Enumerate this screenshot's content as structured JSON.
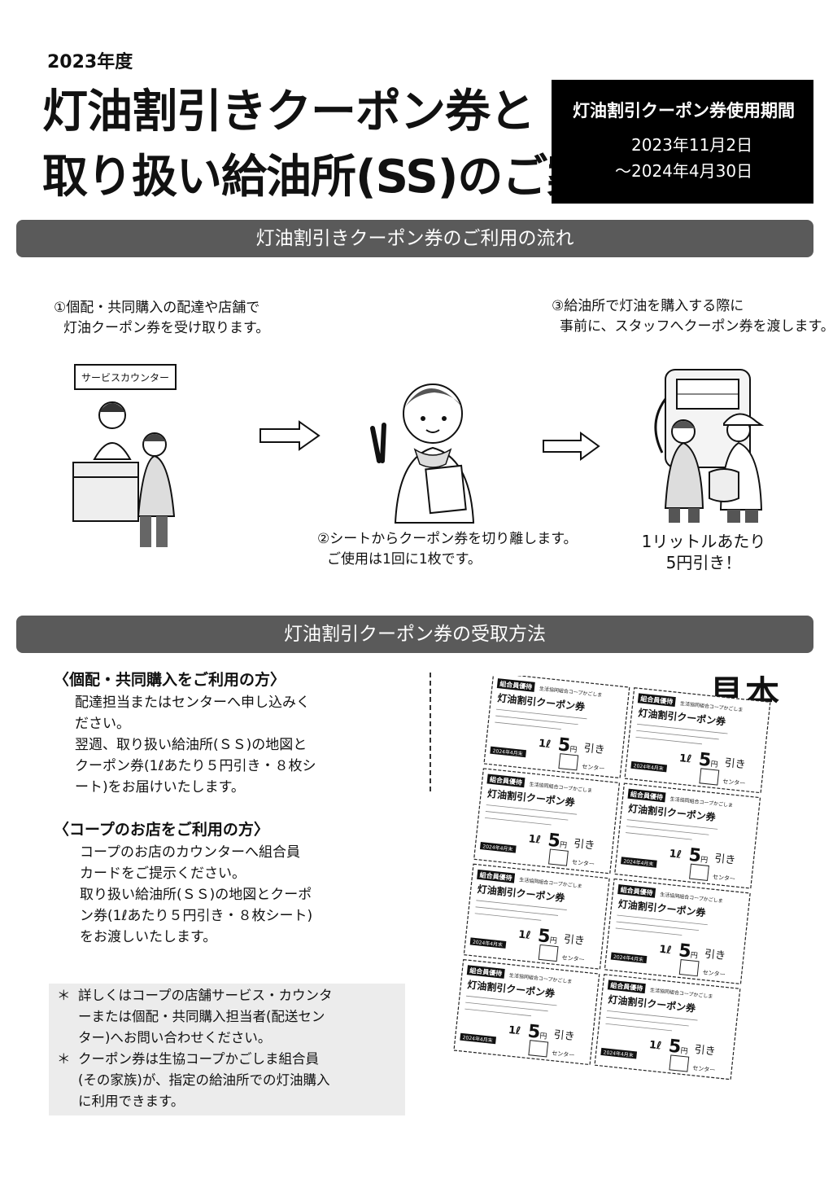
{
  "header": {
    "year": "2023年度",
    "title_line1": "灯油割引きクーポン券と",
    "title_line2": "取り扱い給油所(SS)のご案内"
  },
  "period": {
    "heading": "灯油割引クーポン券使用期間",
    "line1": "2023年11月2日",
    "line2": "～2024年4月30日"
  },
  "section1": {
    "title": "灯油割引きクーポン券のご利用の流れ",
    "step1_line1": "①個配・共同購入の配達や店舗で",
    "step1_line2": "灯油クーポン券を受け取ります。",
    "step2_line1": "②シートからクーポン券を切り離します。",
    "step2_line2": "ご使用は1回に1枚です。",
    "step3_line1": "③給油所で灯油を購入する際に",
    "step3_line2": "事前に、スタッフへクーポン券を渡します。",
    "counter_sign": "サービスカウンター",
    "handwritten_line1": "1リットルあたり",
    "handwritten_line2": "5円引き！"
  },
  "section2": {
    "title": "灯油割引クーポン券の受取方法",
    "kohai_heading": "〈個配・共同購入をご利用の方〉",
    "kohai_line1": "配達担当またはセンターへ申し込みく",
    "kohai_line2": "ださい。",
    "kohai_line3": "翌週、取り扱い給油所(ＳＳ)の地図と",
    "kohai_line4": "クーポン券(1ℓあたり５円引き・８枚シ",
    "kohai_line5": "ート)をお届けいたします。",
    "store_heading": "〈コープのお店をご利用の方〉",
    "store_line1": "コープのお店のカウンターへ組合員",
    "store_line2": "カードをご提示ください。",
    "store_line3": "取り扱い給油所(ＳＳ)の地図とクーポ",
    "store_line4": "ン券(1ℓあたり５円引き・８枚シート)",
    "store_line5": "をお渡しいたします。"
  },
  "notes": [
    {
      "mark": "＊",
      "lines": [
        "詳しくはコープの店舗サービス・カウンタ",
        "ーまたは個配・共同購入担当者(配送セン",
        "ター)へお問い合わせください。"
      ]
    },
    {
      "mark": "＊",
      "lines": [
        "クーポン券は生協コープかごしま組合員",
        "(その家族)が、指定の給油所での灯油購入",
        "に利用できます。"
      ]
    }
  ],
  "sample": {
    "label": "見本",
    "coupon_badge": "組合員優待",
    "coupon_org": "生活協同組合コープかごしま",
    "coupon_title": "灯油割引クーポン券",
    "coupon_amount_l": "1ℓ",
    "coupon_amount_n": "5",
    "coupon_amount_yen": "円",
    "coupon_amount_off": "引き",
    "coupon_validity": "2024年4月末",
    "coupon_center": "センター"
  },
  "colors": {
    "bar": "#5a5a5a",
    "period_bg": "#000000",
    "note_bg": "#ececec"
  }
}
